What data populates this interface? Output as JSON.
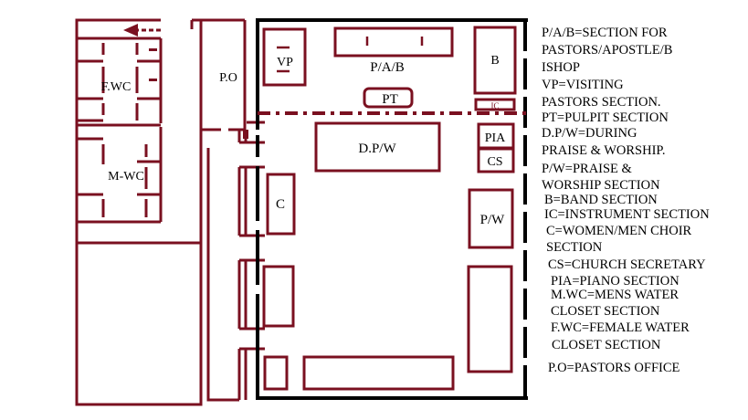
{
  "labels": {
    "vp": "VP",
    "pab": "P/A/B",
    "band": "B",
    "pulpit": "PT",
    "ic": "IC",
    "pastors_office": "P.O",
    "female_wc": "F.WC",
    "male_wc": "M-WC",
    "dpw": "D.P/W",
    "piano": "PIA",
    "cs": "CS",
    "choir": "C",
    "pw": "P/W"
  },
  "legend": [
    "P/A/B=SECTION FOR",
    "PASTORS/APOSTLE/B",
    "ISHOP",
    "VP=VISITING",
    "PASTORS SECTION.",
    "PT=PULPIT SECTION",
    "D.P/W=DURING",
    "PRAISE & WORSHIP.",
    "P/W=PRAISE &",
    "WORSHIP SECTION",
    "B=BAND SECTION",
    "IC=INSTRUMENT SECTION",
    "C=WOMEN/MEN CHOIR",
    "SECTION",
    "CS=CHURCH SECRETARY",
    "PIA=PIANO SECTION",
    "M.WC=MENS WATER",
    "CLOSET SECTION",
    "F.WC=FEMALE WATER",
    "CLOSET SECTION",
    "P.O=PASTORS OFFICE"
  ],
  "colors": {
    "wall": "#7a1020",
    "outline": "#000000",
    "background": "#ffffff"
  }
}
